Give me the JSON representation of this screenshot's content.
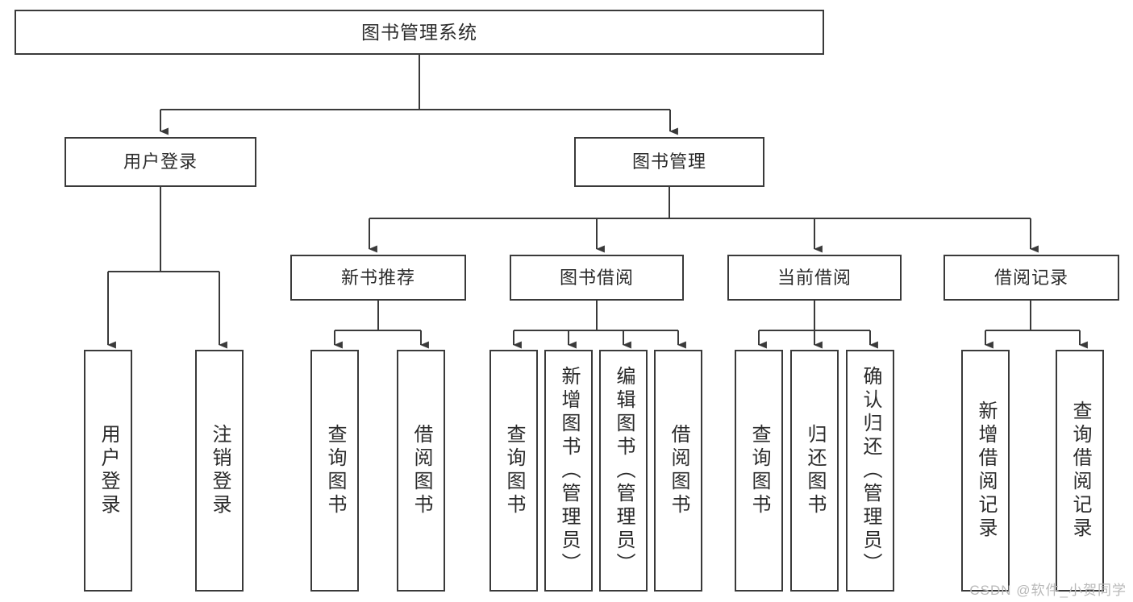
{
  "diagram": {
    "title": "图书管理系统",
    "type": "tree",
    "stroke_color": "#3a3a3a",
    "fill_color": "#ffffff",
    "text_color": "#2b2b2b"
  },
  "root": {
    "label": "图书管理系统"
  },
  "level2": [
    {
      "label": "用户登录"
    },
    {
      "label": "图书管理"
    }
  ],
  "level3": [
    {
      "label": "新书推荐"
    },
    {
      "label": "图书借阅"
    },
    {
      "label": "当前借阅"
    },
    {
      "label": "借阅记录"
    }
  ],
  "leaves": {
    "user_login": [
      {
        "label": "用户登录"
      },
      {
        "label": "注销登录"
      }
    ],
    "new_book_recommend": [
      {
        "label": "查询图书"
      },
      {
        "label": "借阅图书"
      }
    ],
    "book_borrow": [
      {
        "label": "查询图书"
      },
      {
        "label": "新增图书（管理员）"
      },
      {
        "label": "编辑图书（管理员）"
      },
      {
        "label": "借阅图书"
      }
    ],
    "current_borrow": [
      {
        "label": "查询图书"
      },
      {
        "label": "归还图书"
      },
      {
        "label": "确认归还（管理员）"
      }
    ],
    "borrow_record": [
      {
        "label": "新增借阅记录"
      },
      {
        "label": "查询借阅记录"
      }
    ]
  },
  "watermark": {
    "text": "CSDN @软件_小贺同学"
  }
}
